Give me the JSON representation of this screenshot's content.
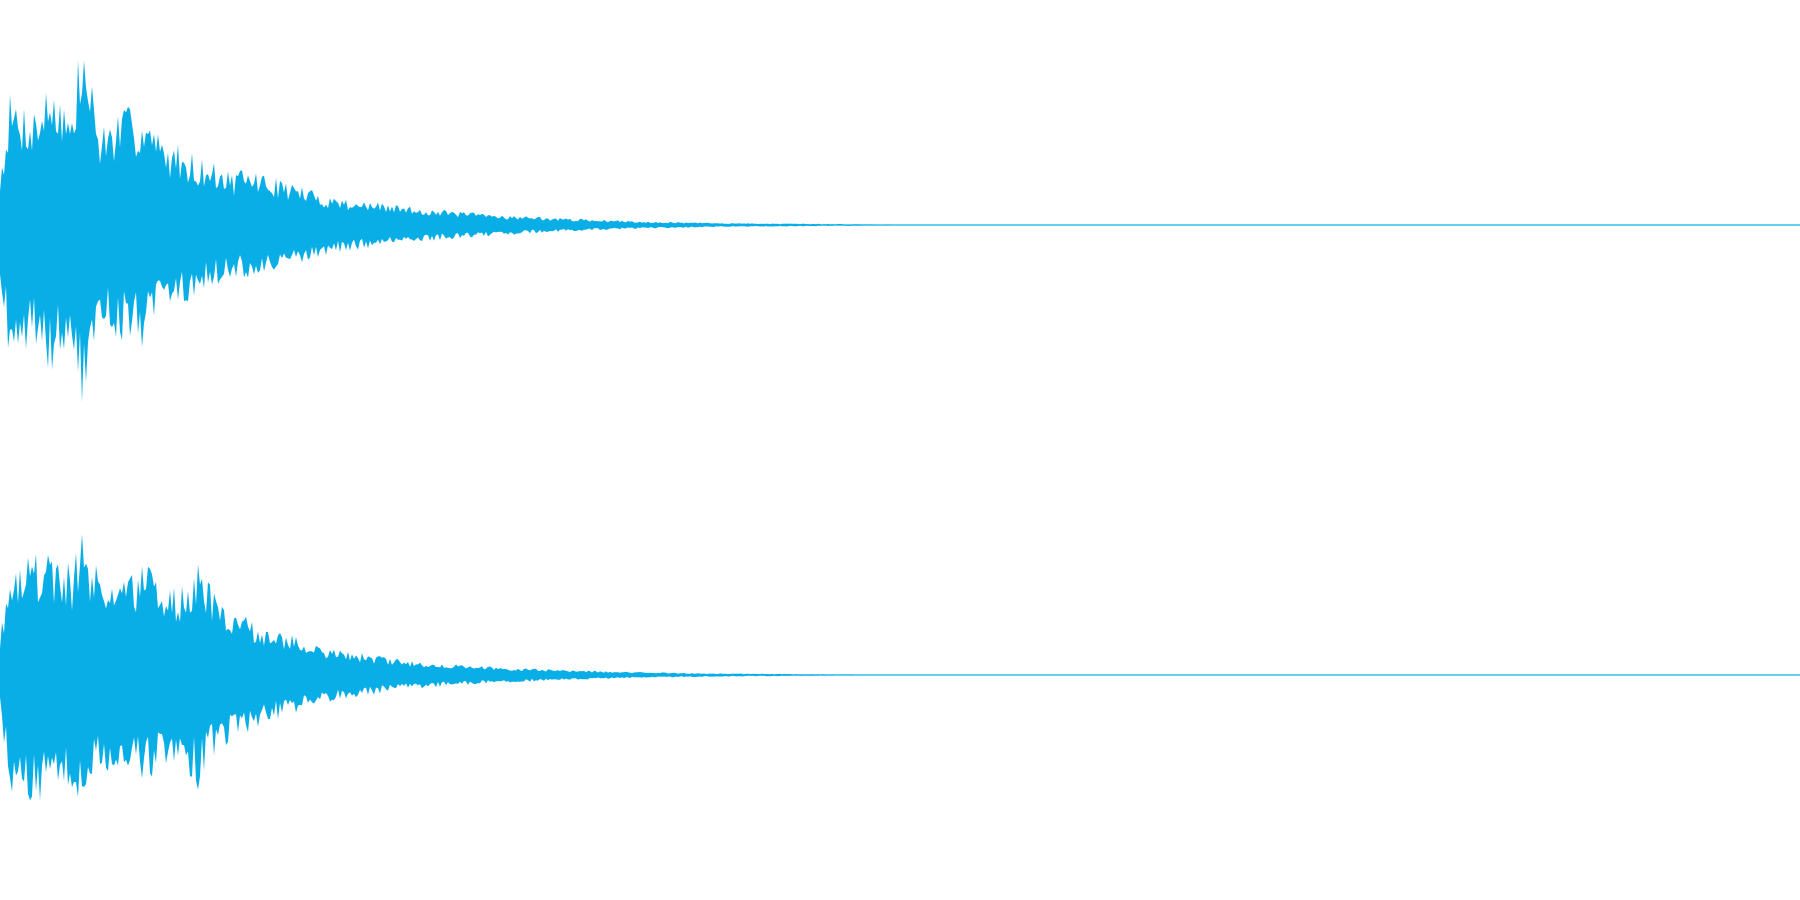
{
  "colors": {
    "background": "#ffffff",
    "waveform": "#0aaee6"
  },
  "chart_data": {
    "type": "area",
    "title": "",
    "xlabel": "",
    "ylabel": "",
    "grid": false,
    "legend": "none",
    "normalized_time_range": [
      0,
      1
    ],
    "amplitude_range": [
      -1,
      1
    ],
    "series": [
      {
        "channel": 1,
        "time": [
          0,
          0.005,
          0.01,
          0.02,
          0.03,
          0.04,
          0.045,
          0.05,
          0.055,
          0.06,
          0.07,
          0.08,
          0.09,
          0.1,
          0.11,
          0.12,
          0.13,
          0.14,
          0.15,
          0.16,
          0.18,
          0.2,
          0.22,
          0.25,
          0.28,
          0.31,
          0.35,
          0.4,
          0.45,
          0.5,
          0.55,
          1
        ],
        "peak": [
          0.25,
          0.65,
          0.62,
          0.6,
          0.75,
          0.55,
          0.96,
          0.78,
          0.5,
          0.52,
          0.58,
          0.6,
          0.42,
          0.4,
          0.34,
          0.3,
          0.26,
          0.28,
          0.24,
          0.22,
          0.15,
          0.12,
          0.1,
          0.07,
          0.05,
          0.035,
          0.02,
          0.01,
          0.006,
          0.003,
          0.001,
          0
        ]
      },
      {
        "channel": 2,
        "time": [
          0,
          0.005,
          0.01,
          0.02,
          0.03,
          0.04,
          0.045,
          0.05,
          0.055,
          0.06,
          0.07,
          0.08,
          0.09,
          0.1,
          0.11,
          0.12,
          0.13,
          0.14,
          0.15,
          0.16,
          0.18,
          0.2,
          0.22,
          0.25,
          0.28,
          0.31,
          0.35,
          0.4,
          0.45,
          0.5,
          0.55,
          1
        ],
        "peak": [
          0.25,
          0.72,
          0.78,
          0.8,
          0.75,
          0.72,
          1.0,
          0.7,
          0.68,
          0.7,
          0.62,
          0.72,
          0.6,
          0.55,
          0.72,
          0.5,
          0.4,
          0.35,
          0.3,
          0.26,
          0.18,
          0.14,
          0.1,
          0.07,
          0.05,
          0.035,
          0.02,
          0.01,
          0.006,
          0.003,
          0.001,
          0
        ]
      }
    ]
  }
}
